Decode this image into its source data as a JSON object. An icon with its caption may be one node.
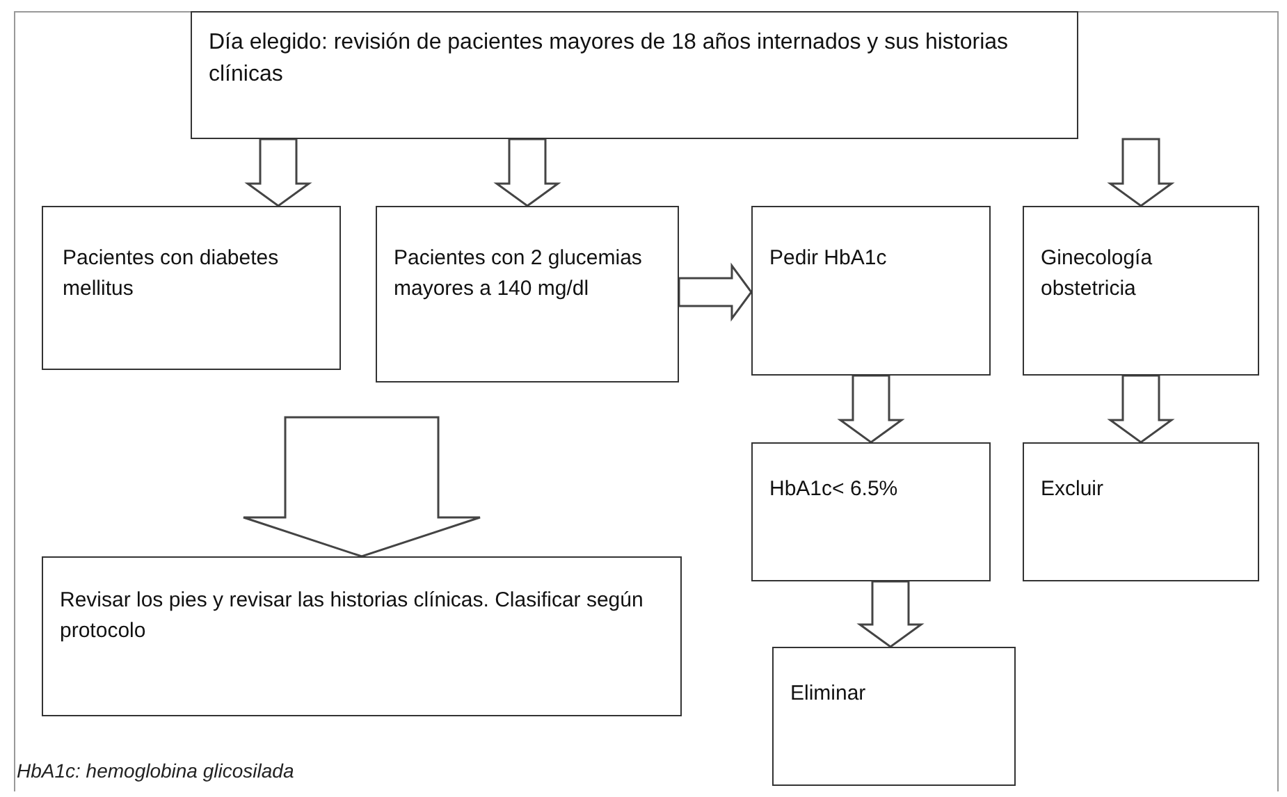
{
  "diagram": {
    "caption": "HbA1c: hemoglobina glicosilada",
    "nodes": [
      {
        "text": [
          "Día elegido: revisión de pacientes mayores de 18 años internados y sus historias clínicas"
        ]
      },
      {
        "text": [
          "Pacientes con diabetes mellitus"
        ]
      },
      {
        "text": [
          "Pacientes con 2 glucemias mayores a 140 mg/dl"
        ]
      },
      {
        "text": [
          "Pedir HbA1c"
        ]
      },
      {
        "text": [
          "Ginecología obstetricia"
        ]
      },
      {
        "text": [
          "HbA1c< 6.5%"
        ]
      },
      {
        "text": [
          "Excluir"
        ]
      },
      {
        "text": [
          "Revisar los pies y revisar las historias clínicas. Clasificar según protocolo"
        ]
      },
      {
        "text": [
          "Eliminar"
        ]
      }
    ],
    "edges": [
      {
        "from": 0,
        "to": 1,
        "arrow": "to"
      },
      {
        "from": 0,
        "to": 2,
        "arrow": "to"
      },
      {
        "from": 0,
        "to": 4,
        "arrow": "to"
      },
      {
        "from": 2,
        "to": 3,
        "arrow": "to"
      },
      {
        "from": 3,
        "to": 5,
        "arrow": "to"
      },
      {
        "from": 4,
        "to": 6,
        "arrow": "to"
      },
      {
        "from": 5,
        "to": 8,
        "arrow": "to"
      },
      {
        "from": null,
        "to": 7,
        "arrow": "to"
      }
    ]
  }
}
